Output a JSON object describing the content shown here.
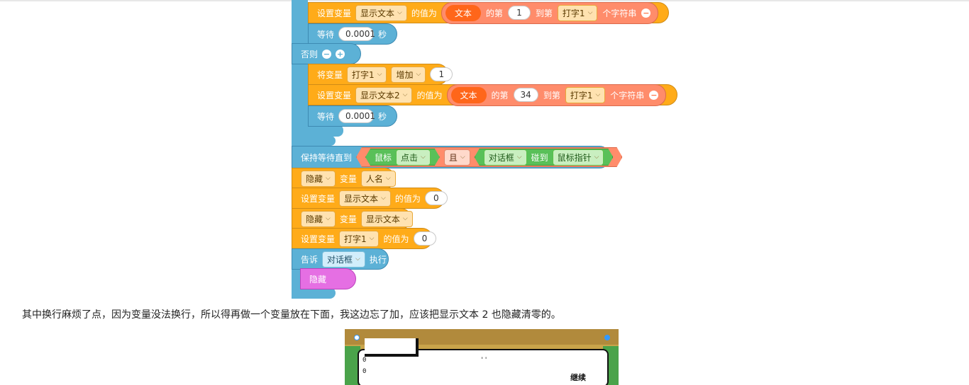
{
  "blocks": {
    "row1": {
      "set_var": "设置变量",
      "var_name": "显示文本",
      "value_of": "的值为",
      "reporter_text": "文本",
      "di": "的第",
      "num": "1",
      "dao_di": "到第",
      "var2": "打字1",
      "char_str": "个字符串"
    },
    "row2": {
      "wait": "等待",
      "value": "0.0001",
      "unit": "秒"
    },
    "row3": {
      "else": "否则"
    },
    "row4": {
      "change": "将变量",
      "var_name": "打字1",
      "op": "增加",
      "value": "1"
    },
    "row5": {
      "set_var": "设置变量",
      "var_name": "显示文本2",
      "value_of": "的值为",
      "reporter_text": "文本",
      "di": "的第",
      "num": "34",
      "dao_di": "到第",
      "var2": "打字1",
      "char_str": "个字符串"
    },
    "row6": {
      "wait": "等待",
      "value": "0.0001",
      "unit": "秒"
    },
    "row7": {
      "label": "保持等待直到",
      "mouse": "鼠标",
      "mouse_opt": "点击",
      "and": "且",
      "dialog": "对话框",
      "touch": "碰到",
      "pointer": "鼠标指针"
    },
    "row8": {
      "hide": "隐藏",
      "var": "变量",
      "var_name": "人名"
    },
    "row9": {
      "set_var": "设置变量",
      "var_name": "显示文本",
      "value_of": "的值为",
      "value": "0"
    },
    "row10": {
      "hide": "隐藏",
      "var": "变量",
      "var_name": "显示文本"
    },
    "row11": {
      "set_var": "设置变量",
      "var_name": "打字1",
      "value_of": "的值为",
      "value": "0"
    },
    "row12": {
      "tell": "告诉",
      "target": "对话框",
      "exec": "执行"
    },
    "row13": {
      "hide": "隐藏"
    }
  },
  "caption": "其中换行麻烦了点，因为变量没法换行，所以得再做一个变量放在下面，我这边忘了加，应该把显示文本 2 也隐藏清零的。",
  "game": {
    "continue_label": "继续"
  }
}
